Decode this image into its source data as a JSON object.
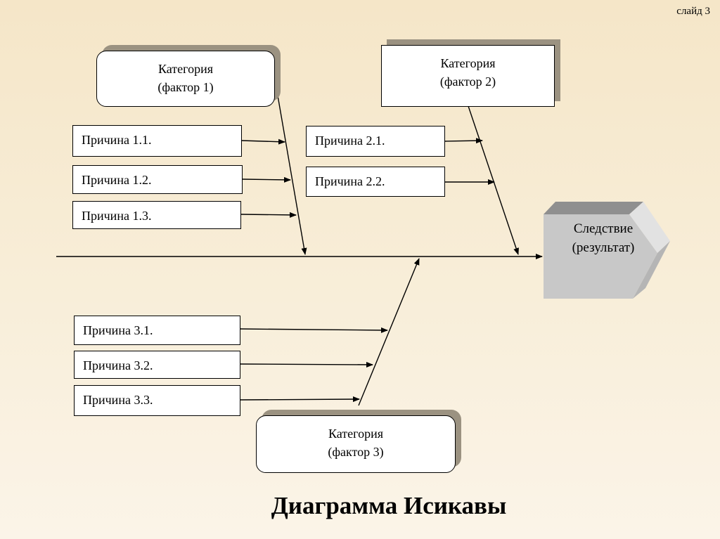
{
  "slide_label": "слайд 3",
  "title": "Диаграмма Исикавы",
  "effect": {
    "line1": "Следствие",
    "line2": "(результат)"
  },
  "categories": [
    {
      "line1": "Категория",
      "line2": "(фактор 1)"
    },
    {
      "line1": "Категория",
      "line2": "(фактор 2)"
    },
    {
      "line1": "Категория",
      "line2": "(фактор 3)"
    }
  ],
  "causes": {
    "c1": [
      "Причина 1.1.",
      "Причина 1.2.",
      "Причина 1.3."
    ],
    "c2": [
      "Причина 2.1.",
      "Причина 2.2."
    ],
    "c3": [
      "Причина 3.1.",
      "Причина 3.2.",
      "Причина 3.3."
    ]
  },
  "colors": {
    "background": "#f5e6c8",
    "effect_face": "#c8c8c8",
    "shadow": "#9b9281"
  }
}
